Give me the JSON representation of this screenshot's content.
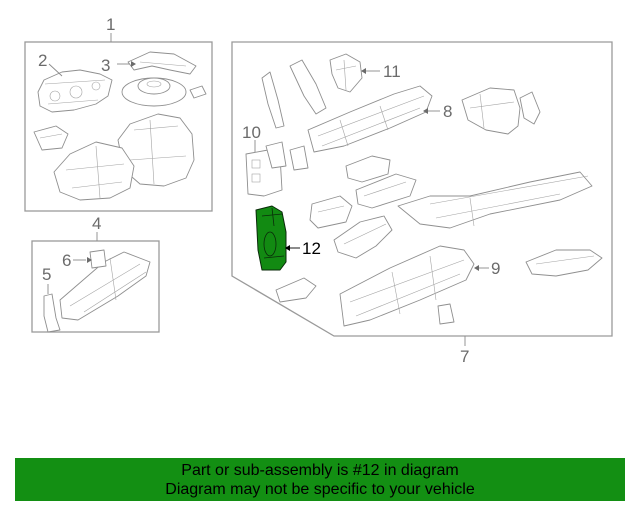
{
  "callouts": {
    "n1": "1",
    "n2": "2",
    "n3": "3",
    "n4": "4",
    "n5": "5",
    "n6": "6",
    "n7": "7",
    "n8": "8",
    "n9": "9",
    "n10": "10",
    "n11": "11",
    "n12": "12"
  },
  "highlight_color": "#138f13",
  "banner": {
    "line1": "Part or sub-assembly is #12 in diagram",
    "line2": "Diagram may not be specific to your vehicle"
  }
}
